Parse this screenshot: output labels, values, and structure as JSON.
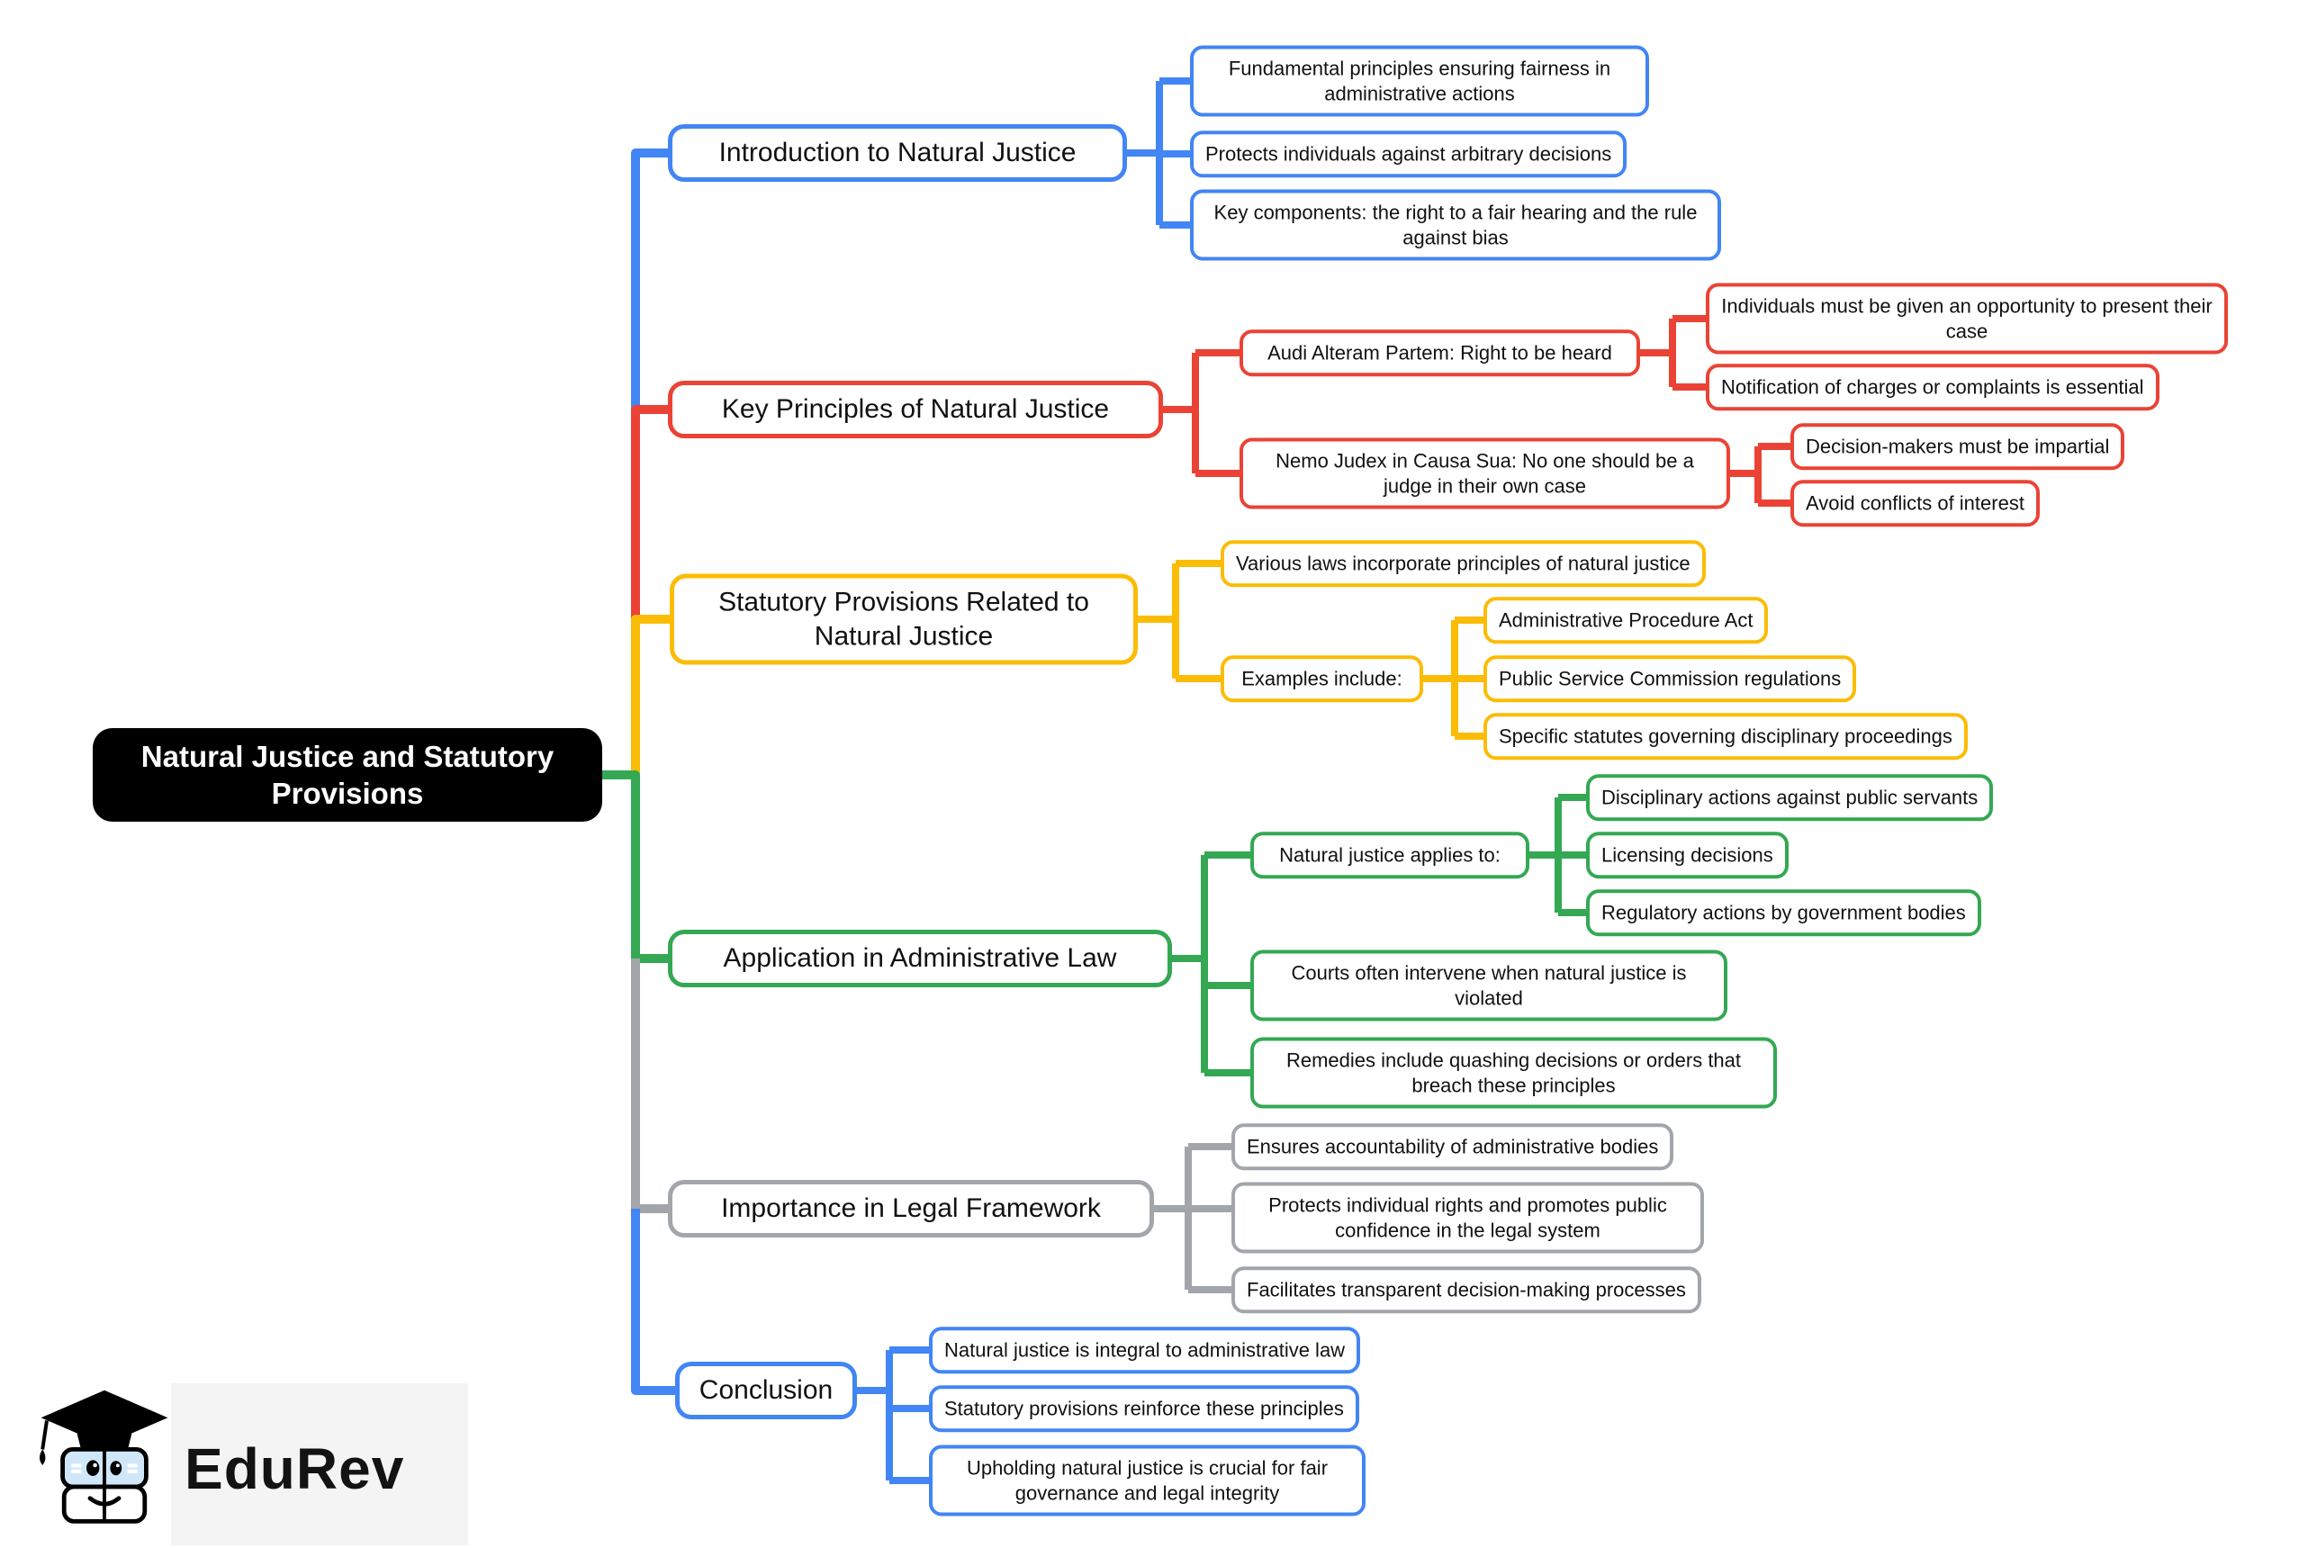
{
  "colors": {
    "blue": "#4285F4",
    "red": "#EA4335",
    "yellow": "#FBBC05",
    "green": "#34A853",
    "gray": "#A2A6AA",
    "root_bg": "#000000",
    "root_text": "#ffffff"
  },
  "root": {
    "label": "Natural Justice and Statutory Provisions"
  },
  "branches": [
    {
      "id": "introduction",
      "label": "Introduction to Natural Justice",
      "color": "blue",
      "children": [
        {
          "text": "Fundamental principles ensuring fairness in administrative actions"
        },
        {
          "text": "Protects individuals against arbitrary decisions"
        },
        {
          "text": "Key components: the right to a fair hearing and the rule against bias"
        }
      ]
    },
    {
      "id": "key-principles",
      "label": "Key Principles of Natural Justice",
      "color": "red",
      "children": [
        {
          "text": "Audi Alteram Partem: Right to be heard",
          "children": [
            {
              "text": "Individuals must be given an opportunity to present their case"
            },
            {
              "text": "Notification of charges or complaints is essential"
            }
          ]
        },
        {
          "text": "Nemo Judex in Causa Sua: No one should be a judge in their own case",
          "children": [
            {
              "text": "Decision-makers must be impartial"
            },
            {
              "text": "Avoid conflicts of interest"
            }
          ]
        }
      ]
    },
    {
      "id": "statutory-provisions",
      "label": "Statutory Provisions Related to Natural Justice",
      "color": "yellow",
      "children": [
        {
          "text": "Various laws incorporate principles of natural justice"
        },
        {
          "text": "Examples include:",
          "children": [
            {
              "text": "Administrative Procedure Act"
            },
            {
              "text": "Public Service Commission regulations"
            },
            {
              "text": "Specific statutes governing disciplinary proceedings"
            }
          ]
        }
      ]
    },
    {
      "id": "application",
      "label": "Application in Administrative Law",
      "color": "green",
      "children": [
        {
          "text": "Natural justice applies to:",
          "children": [
            {
              "text": "Disciplinary actions against public servants"
            },
            {
              "text": "Licensing decisions"
            },
            {
              "text": "Regulatory actions by government bodies"
            }
          ]
        },
        {
          "text": "Courts often intervene when natural justice is violated"
        },
        {
          "text": "Remedies include quashing decisions or orders that breach these principles"
        }
      ]
    },
    {
      "id": "importance",
      "label": "Importance in Legal Framework",
      "color": "gray",
      "children": [
        {
          "text": "Ensures accountability of administrative bodies"
        },
        {
          "text": "Protects individual rights and promotes public confidence in the legal system"
        },
        {
          "text": "Facilitates transparent decision-making processes"
        }
      ]
    },
    {
      "id": "conclusion",
      "label": "Conclusion",
      "color": "blue",
      "children": [
        {
          "text": "Natural justice is integral to administrative law"
        },
        {
          "text": "Statutory provisions reinforce these principles"
        },
        {
          "text": "Upholding natural justice is crucial for fair governance and legal integrity"
        }
      ]
    }
  ],
  "logo": {
    "brand": "EduRev"
  }
}
